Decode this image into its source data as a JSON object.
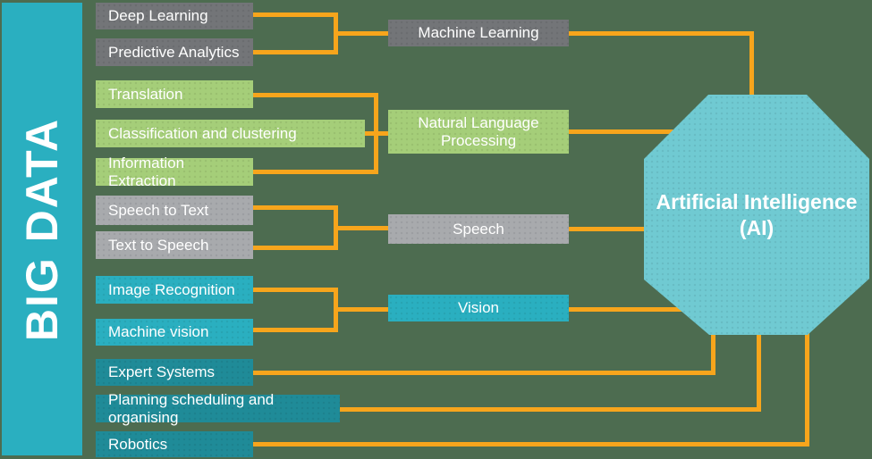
{
  "sidebar": {
    "label": "BIG DATA"
  },
  "center": {
    "line1": "Artificial Intelligence",
    "line2": "(AI)"
  },
  "subtopics": [
    {
      "label": "Deep Learning",
      "category": "Machine Learning"
    },
    {
      "label": "Predictive Analytics",
      "category": "Machine Learning"
    },
    {
      "label": "Translation",
      "category": "Natural Language Processing"
    },
    {
      "label": "Classification and clustering",
      "category": "Natural Language Processing"
    },
    {
      "label": "Information Extraction",
      "category": "Natural Language Processing"
    },
    {
      "label": "Speech to Text",
      "category": "Speech"
    },
    {
      "label": "Text to Speech",
      "category": "Speech"
    },
    {
      "label": "Image Recognition",
      "category": "Vision"
    },
    {
      "label": "Machine vision",
      "category": "Vision"
    },
    {
      "label": "Expert Systems",
      "category": "Artificial Intelligence (AI)"
    },
    {
      "label": "Planning scheduling and organising",
      "category": "Artificial Intelligence (AI)"
    },
    {
      "label": "Robotics",
      "category": "Artificial Intelligence (AI)"
    }
  ],
  "categories": [
    {
      "label": "Machine Learning"
    },
    {
      "label": "Natural Language Processing"
    },
    {
      "label": "Speech"
    },
    {
      "label": "Vision"
    }
  ],
  "colors": {
    "background": "#4D6C50",
    "bar": "#2AAFC0",
    "gray": "#737578",
    "green": "#A5CE79",
    "silver": "#A8AAAD",
    "cyan": "#2AAFC0",
    "dark_teal": "#1F8B98",
    "octagon": "#70CAD2",
    "connector": "#F7A51C",
    "text": "#FFFFFF"
  }
}
